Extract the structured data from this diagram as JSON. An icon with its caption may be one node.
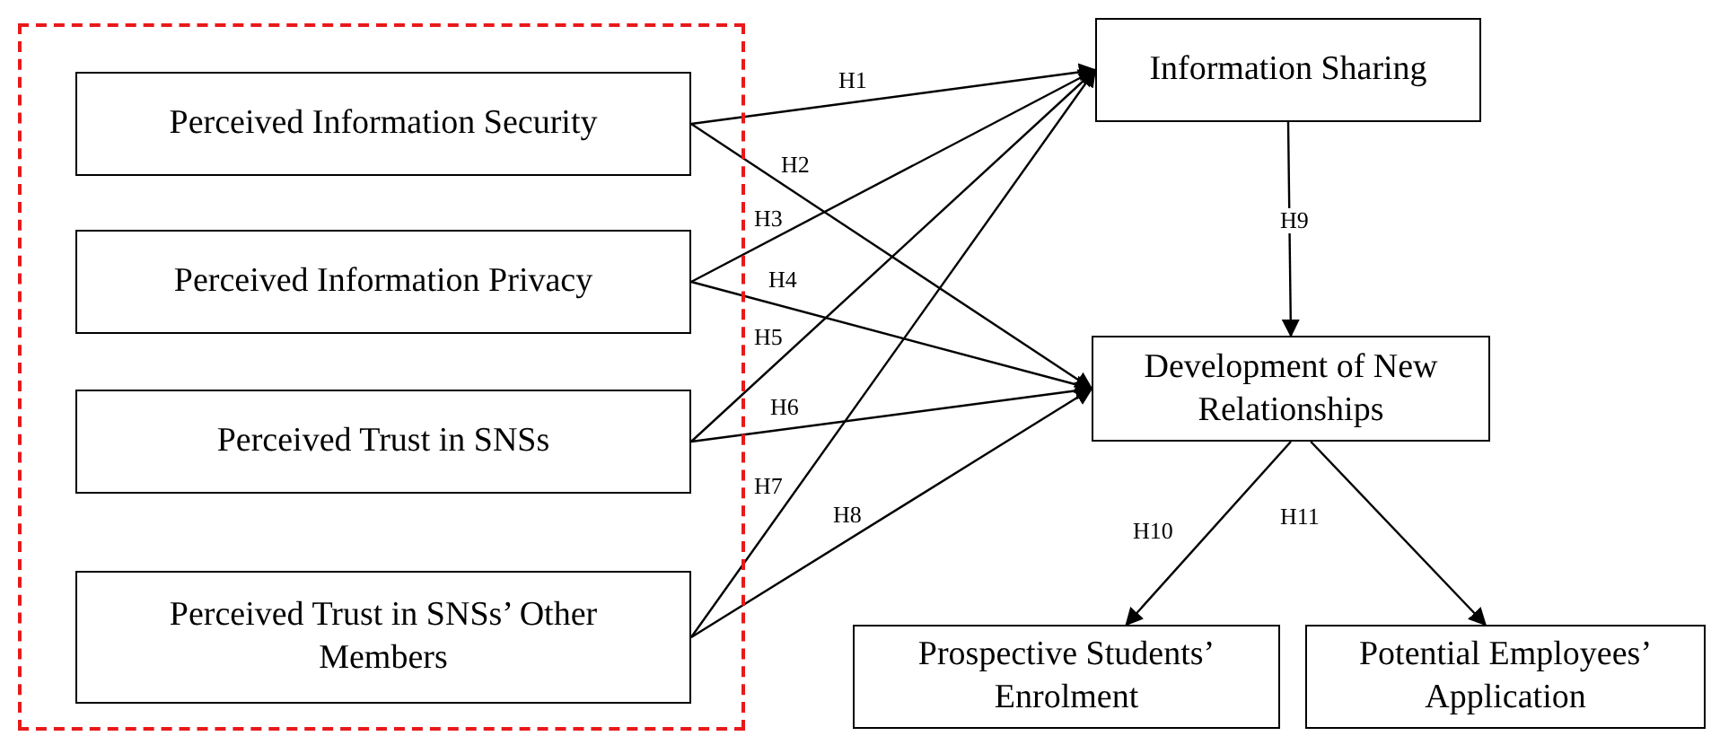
{
  "diagram": {
    "nodes": [
      {
        "text": [],
        "shape": "box"
      },
      {
        "text": [
          "Perceived Information Security"
        ],
        "in": 0
      },
      {
        "text": [
          "Perceived Information Privacy"
        ],
        "in": 0
      },
      {
        "text": [
          "Perceived Trust in SNSs"
        ],
        "in": 0
      },
      {
        "text": [
          "Perceived Trust in SNSs’ Other Members"
        ],
        "in": 0
      },
      {
        "text": [
          "Information Sharing"
        ]
      },
      {
        "text": [
          "Development of New Relationships"
        ]
      },
      {
        "text": [
          "Prospective Students’ Enrolment"
        ]
      },
      {
        "text": [
          "Potential Employees’ Application"
        ]
      }
    ],
    "edges": [
      {
        "from": 1,
        "to": 5,
        "arrow": "to",
        "label": "H1"
      },
      {
        "from": 1,
        "to": 6,
        "arrow": "to",
        "label": "H2"
      },
      {
        "from": 2,
        "to": 5,
        "arrow": "to",
        "label": "H3"
      },
      {
        "from": 2,
        "to": 6,
        "arrow": "to",
        "label": "H4"
      },
      {
        "from": 3,
        "to": 5,
        "arrow": "to",
        "label": "H5"
      },
      {
        "from": 3,
        "to": 6,
        "arrow": "to",
        "label": "H6"
      },
      {
        "from": 4,
        "to": 5,
        "arrow": "to",
        "label": "H7"
      },
      {
        "from": 4,
        "to": 6,
        "arrow": "to",
        "label": "H8"
      },
      {
        "from": 5,
        "to": 6,
        "arrow": "to",
        "label": "H9"
      },
      {
        "from": 6,
        "to": 7,
        "arrow": "to",
        "label": "H10"
      },
      {
        "from": 6,
        "to": 8,
        "arrow": "to",
        "label": "H11"
      }
    ]
  }
}
